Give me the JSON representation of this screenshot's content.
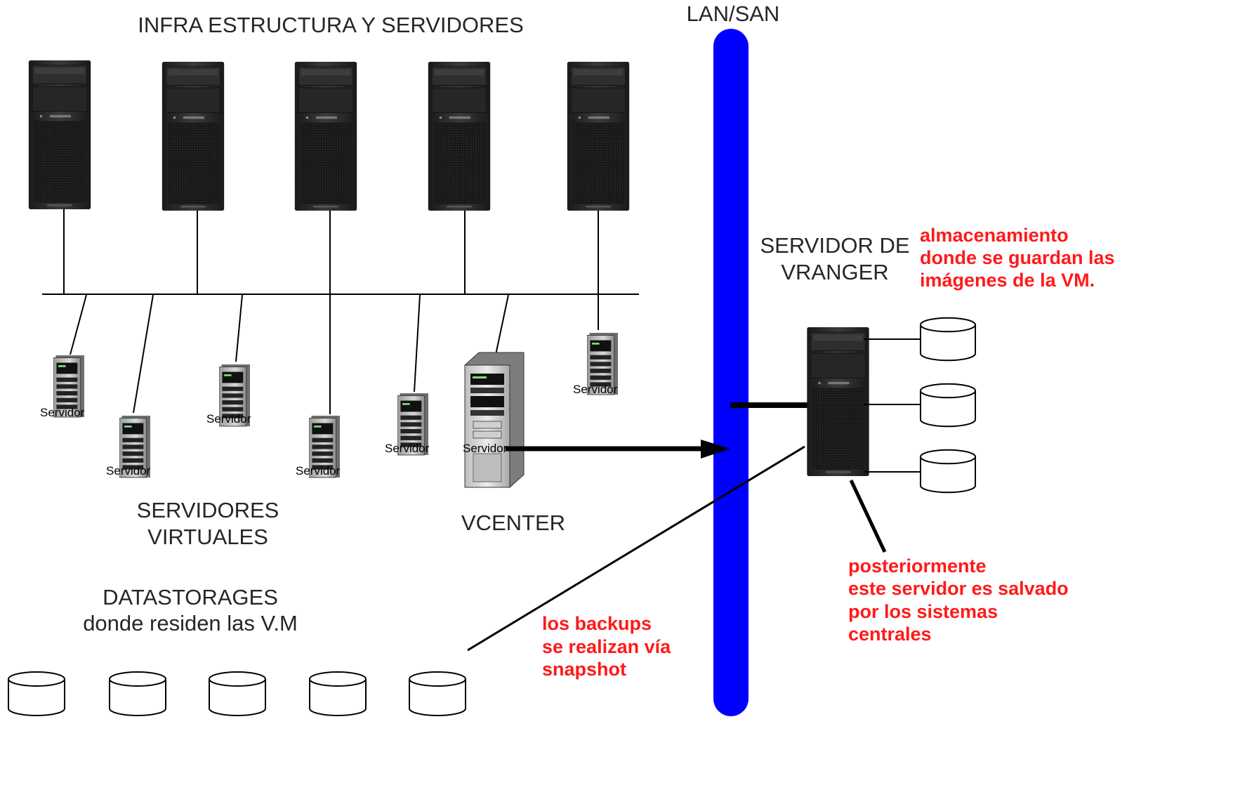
{
  "labels": {
    "infra_title": "INFRA ESTRUCTURA Y SERVIDORES",
    "lan_san": "LAN/SAN",
    "servidor_de_vranger": [
      "SERVIDOR DE",
      "VRANGER"
    ],
    "servidores_virtuales": [
      "SERVIDORES",
      "VIRTUALES"
    ],
    "vcenter": "VCENTER",
    "datastorages": [
      "DATASTORAGES",
      "donde residen las V.M"
    ]
  },
  "notes": {
    "storage": [
      "almacenamiento",
      "donde se guardan las",
      "imágenes de la VM."
    ],
    "backup_copy": [
      "posteriormente",
      "este servidor es salvado",
      "por los sistemas",
      "centrales"
    ],
    "snapshot": [
      "los backups",
      "se realizan vía",
      "snapshot"
    ]
  },
  "virtual_server_label": "Servidor",
  "virtual_servers": [
    {
      "label": "Servidor"
    },
    {
      "label": "Servidor"
    },
    {
      "label": "Servidor"
    },
    {
      "label": "Servidor"
    },
    {
      "label": "Servidor"
    },
    {
      "label": "Servidor"
    }
  ],
  "vcenter_server_label": "Servidor",
  "colors": {
    "lan_bar": "#0000ff",
    "note_text": "#ff1a1a",
    "label_text": "#262626",
    "tower_body": "#2b2b2b"
  },
  "icons": {
    "tower": "tower-server-icon",
    "virtual_server": "virtual-server-icon",
    "vcenter": "vcenter-server-icon",
    "disk": "disk-cylinder-icon"
  }
}
